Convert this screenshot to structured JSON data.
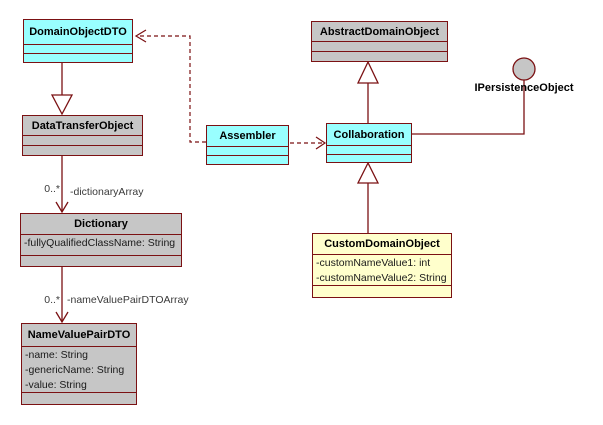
{
  "diagram": {
    "kind": "uml-class-diagram",
    "colors": {
      "background": "#ffffff",
      "line": "#7b1113",
      "class_fill_cyan": "#99ffff",
      "class_fill_gray": "#c6c6c6",
      "class_fill_yellow": "#ffffcc"
    },
    "classes": [
      {
        "name": "DomainObjectDTO",
        "fill": "cyan",
        "attributes": []
      },
      {
        "name": "DataTransferObject",
        "fill": "gray",
        "attributes": []
      },
      {
        "name": "Dictionary",
        "fill": "gray",
        "attributes": [
          "-fullyQualifiedClassName: String"
        ]
      },
      {
        "name": "NameValuePairDTO",
        "fill": "gray",
        "attributes": [
          "-name: String",
          "-genericName: String",
          "-value: String"
        ]
      },
      {
        "name": "Assembler",
        "fill": "cyan",
        "attributes": []
      },
      {
        "name": "AbstractDomainObject",
        "fill": "gray",
        "attributes": []
      },
      {
        "name": "Collaboration",
        "fill": "cyan",
        "attributes": []
      },
      {
        "name": "CustomDomainObject",
        "fill": "yellow",
        "attributes": [
          "-customNameValue1: int",
          "-customNameValue2: String"
        ]
      }
    ],
    "interface": {
      "name": "IPersistenceObject",
      "notation": "lollipop",
      "provided_by": "Collaboration"
    },
    "edges": {
      "dto_generalization": {
        "type": "generalization",
        "from": "DomainObjectDTO",
        "to": "DataTransferObject"
      },
      "collab_generalization": {
        "type": "generalization",
        "from": "Collaboration",
        "to": "AbstractDomainObject"
      },
      "custom_generalization": {
        "type": "generalization",
        "from": "CustomDomainObject",
        "to": "Collaboration"
      },
      "assembler_to_dto": {
        "type": "dependency-dashed",
        "from": "Assembler",
        "to": "DomainObjectDTO"
      },
      "assembler_to_collab": {
        "type": "dependency-dashed",
        "from": "Assembler",
        "to": "Collaboration"
      },
      "dictionary_assoc": {
        "type": "directed-association",
        "from": "DataTransferObject",
        "to": "Dictionary",
        "multiplicity": "0..*",
        "role": "-dictionaryArray"
      },
      "nvp_assoc": {
        "type": "directed-association",
        "from": "Dictionary",
        "to": "NameValuePairDTO",
        "multiplicity": "0..*",
        "role": "-nameValuePairDTOArray"
      }
    }
  }
}
